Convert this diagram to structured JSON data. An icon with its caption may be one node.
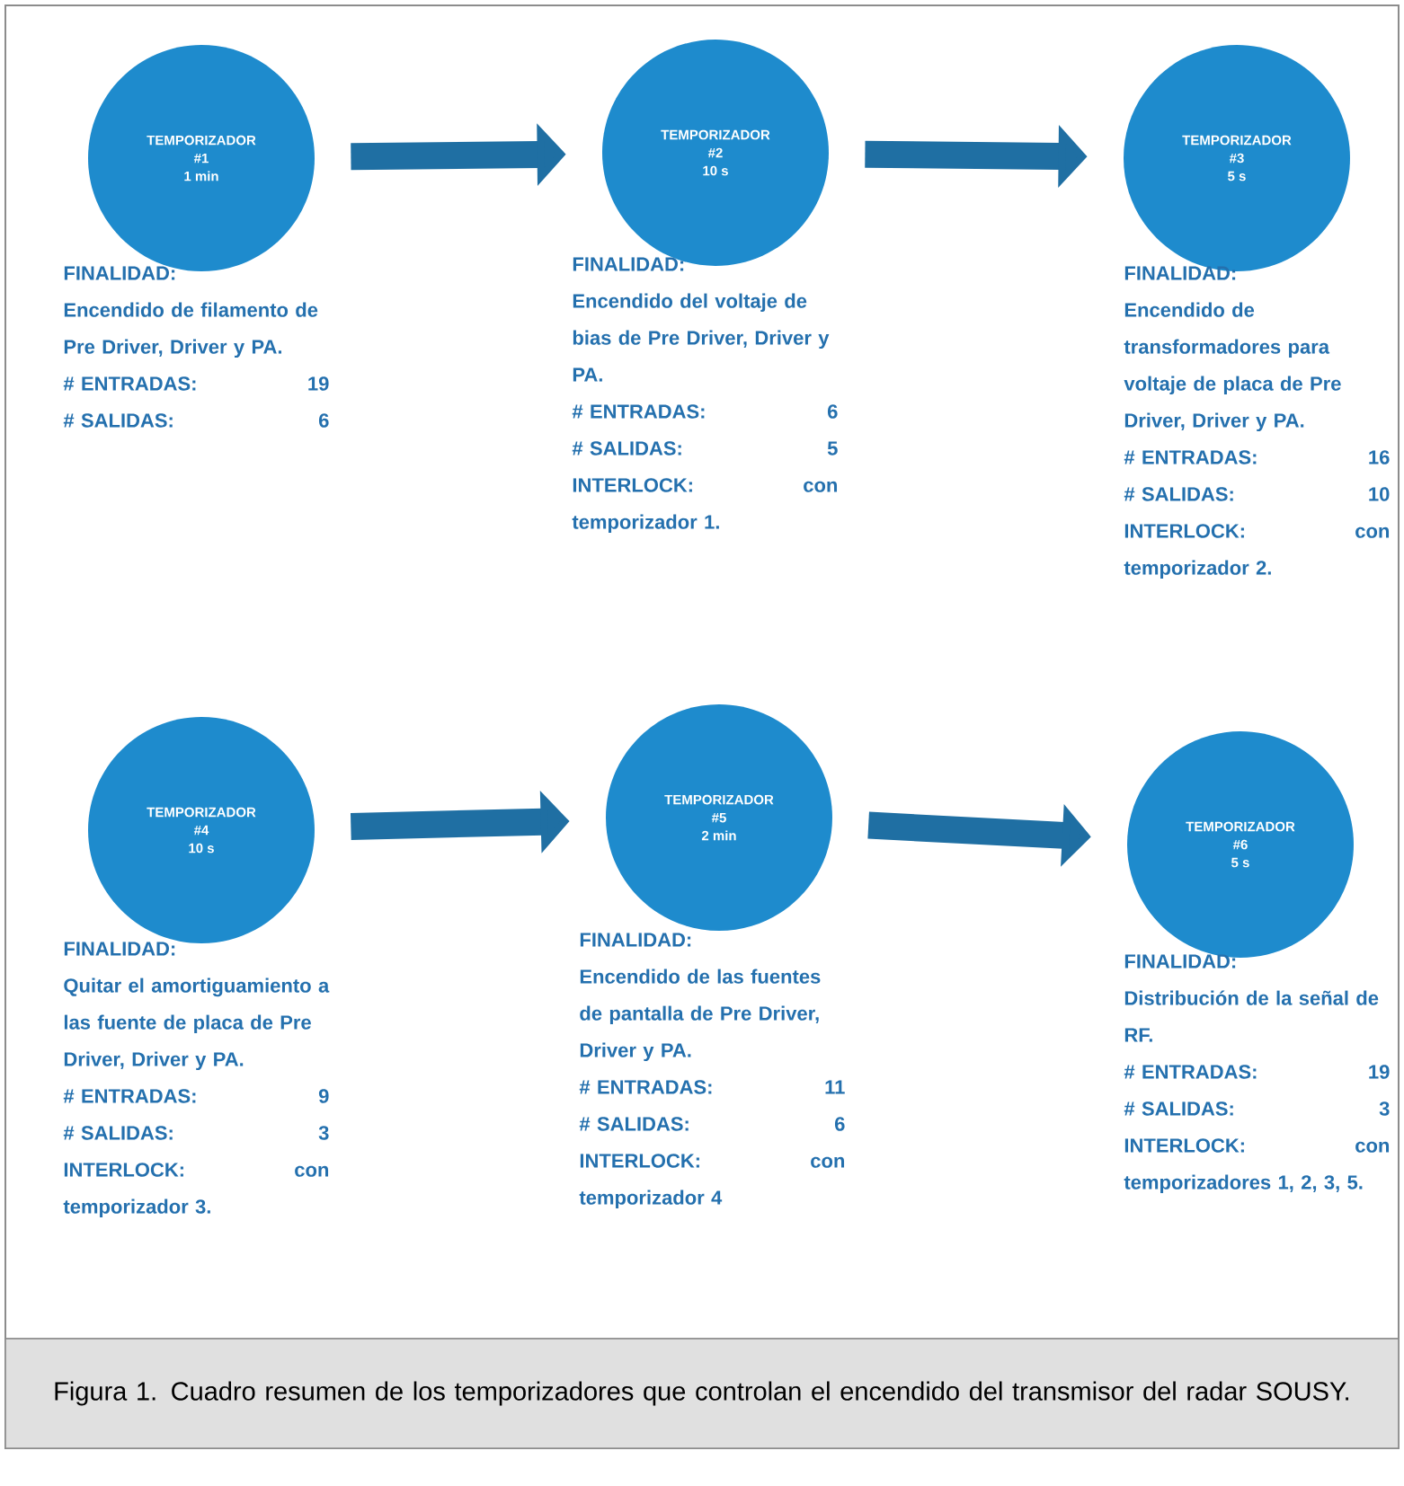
{
  "diagram": {
    "caption": "Figura 1. Cuadro resumen de los temporizadores que controlan el encendido del transmisor del radar SOUSY.",
    "nodes": [
      {
        "text": [
          "TEMPORIZADOR",
          "#1",
          "1 min"
        ],
        "beside": [
          "FINALIDAD:",
          "Encendido de filamento de Pre Driver, Driver y PA.",
          "# ENTRADAS:",
          "19",
          "# SALIDAS:",
          "6"
        ]
      },
      {
        "text": [
          "TEMPORIZADOR",
          "#2",
          "10 s"
        ],
        "beside": [
          "FINALIDAD:",
          "Encendido del voltaje de bias de Pre Driver, Driver y PA.",
          "# ENTRADAS:",
          "6",
          "# SALIDAS:",
          "5",
          "INTERLOCK:",
          "con temporizador 1."
        ]
      },
      {
        "text": [
          "TEMPORIZADOR",
          "#3",
          "5 s"
        ],
        "beside": [
          "FINALIDAD:",
          "Encendido de transformadores para voltaje de placa de Pre Driver, Driver y PA.",
          "# ENTRADAS:",
          "16",
          "# SALIDAS:",
          "10",
          "INTERLOCK:",
          "con temporizador 2."
        ]
      },
      {
        "text": [
          "TEMPORIZADOR",
          "#4",
          "10 s"
        ],
        "beside": [
          "FINALIDAD:",
          "Quitar el amortiguamiento a las fuente de placa de Pre Driver, Driver y PA.",
          "# ENTRADAS:",
          "9",
          "# SALIDAS:",
          "3",
          "INTERLOCK:",
          "con temporizador 3."
        ]
      },
      {
        "text": [
          "TEMPORIZADOR",
          "#5",
          "2 min"
        ],
        "beside": [
          "FINALIDAD:",
          "Encendido de las fuentes de pantalla de Pre Driver, Driver y PA.",
          "# ENTRADAS:",
          "11",
          "# SALIDAS:",
          "6",
          "INTERLOCK:",
          "con temporizador 4"
        ]
      },
      {
        "text": [
          "TEMPORIZADOR",
          "#6",
          "5 s"
        ],
        "beside": [
          "FINALIDAD:",
          "Distribución de la señal de RF.",
          "# ENTRADAS:",
          "19",
          "# SALIDAS:",
          "3",
          "INTERLOCK:",
          "con temporizadores 1, 2, 3, 5."
        ]
      }
    ],
    "edges": [
      {
        "from": 0,
        "to": 1,
        "arrow": "to"
      },
      {
        "from": 1,
        "to": 2,
        "arrow": "to"
      },
      {
        "from": 3,
        "to": 4,
        "arrow": "to"
      },
      {
        "from": 4,
        "to": 5,
        "arrow": "to"
      }
    ]
  }
}
